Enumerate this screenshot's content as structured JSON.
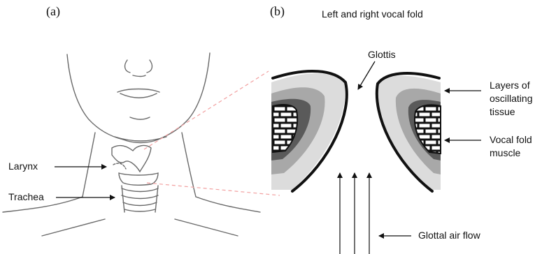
{
  "panel_a": {
    "tag": "(a)",
    "larynx": "Larynx",
    "trachea": "Trachea"
  },
  "panel_b": {
    "tag": "(b)",
    "title": "Left and right vocal fold",
    "glottis": "Glottis",
    "layers_1": "Layers of",
    "layers_2": "oscillating",
    "layers_3": "tissue",
    "muscle_1": "Vocal fold",
    "muscle_2": "muscle",
    "airflow": "Glottal air flow"
  },
  "colors": {
    "outline": "#1a1a1a",
    "layer_light": "#dcdcdc",
    "layer_mid": "#a8a8a8",
    "layer_dark": "#5a5a5a",
    "muscle": "#111111",
    "zoom_lines": "#f2a0a0",
    "sketch": "#6a6a6a"
  }
}
